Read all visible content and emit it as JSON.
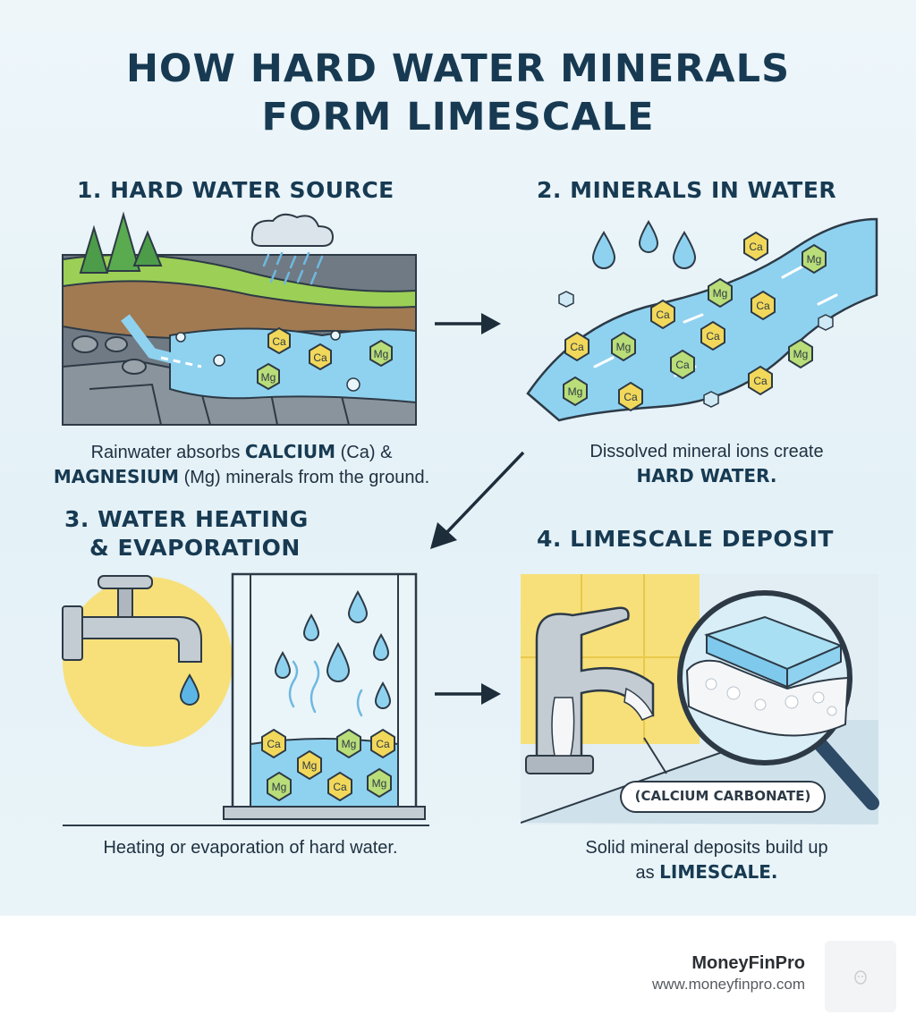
{
  "title": {
    "line1": "HOW HARD WATER MINERALS",
    "line2": "FORM LIMESCALE"
  },
  "steps": [
    {
      "title_lines": [
        "1. HARD WATER SOURCE"
      ],
      "caption": {
        "line1_pre": "Rainwater absorbs ",
        "line1_bold": "CALCIUM",
        "line1_post": " (Ca) &",
        "line2_bold": "MAGNESIUM",
        "line2_post": " (Mg) minerals from the ground."
      }
    },
    {
      "title_lines": [
        "2. MINERALS IN WATER"
      ],
      "caption": {
        "line1": "Dissolved mineral ions create",
        "line2_bold": "HARD WATER."
      }
    },
    {
      "title_lines": [
        "3. WATER HEATING",
        "& EVAPORATION"
      ],
      "caption": {
        "line1": "Heating or evaporation of hard water."
      }
    },
    {
      "title_lines": [
        "4. LIMESCALE DEPOSIT"
      ],
      "caption": {
        "line1": "Solid mineral deposits build up",
        "line2_pre": "as ",
        "line2_bold": "LIMESCALE."
      }
    }
  ],
  "mineral_labels": {
    "calcium": "Ca",
    "magnesium": "Mg"
  },
  "deposit_label": "(CALCIUM CARBONATE)",
  "footer": {
    "brand": "MoneyFinPro",
    "url": "www.moneyfinpro.com"
  },
  "colors": {
    "title": "#173a52",
    "water": "#7fc9ec",
    "mineral_calcium": "#f2d85a",
    "mineral_magnesium": "#b9dd78",
    "accent_yellow": "#f7e07a"
  }
}
